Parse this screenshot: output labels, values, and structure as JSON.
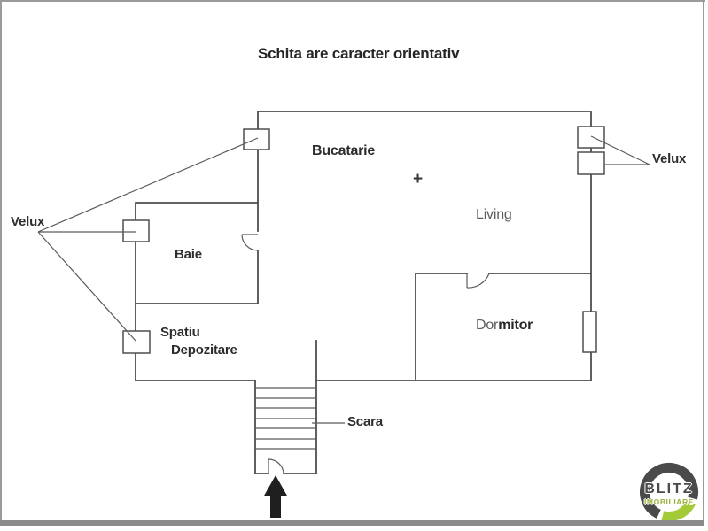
{
  "title": "Schita are caracter orientativ",
  "rooms": {
    "kitchen": "Bucatarie",
    "kitchen_living_connector": "+",
    "living": "Living",
    "bathroom": "Baie",
    "storage_line1": "Spatiu",
    "storage_line2": "Depozitare",
    "bedroom_prefix": "Dor",
    "bedroom_suffix": "mitor",
    "stairs": "Scara"
  },
  "annotations": {
    "velux_left": "Velux",
    "velux_right": "Velux"
  },
  "logo": {
    "brand": "BLITZ",
    "subtitle": "IMOBILIARE"
  },
  "colors": {
    "wall": "#4f4f4f",
    "leader": "#5a5a5a",
    "text_dark": "#2d2d2d",
    "text_muted": "#5d5d5d",
    "frame": "#9a9a9a",
    "bottom_bar": "#8a8a8a",
    "arrow": "#1f1f1f",
    "logo_dark": "#4a4a4a",
    "logo_green": "#a3cb37",
    "logo_subtitle": "#97b13c"
  }
}
